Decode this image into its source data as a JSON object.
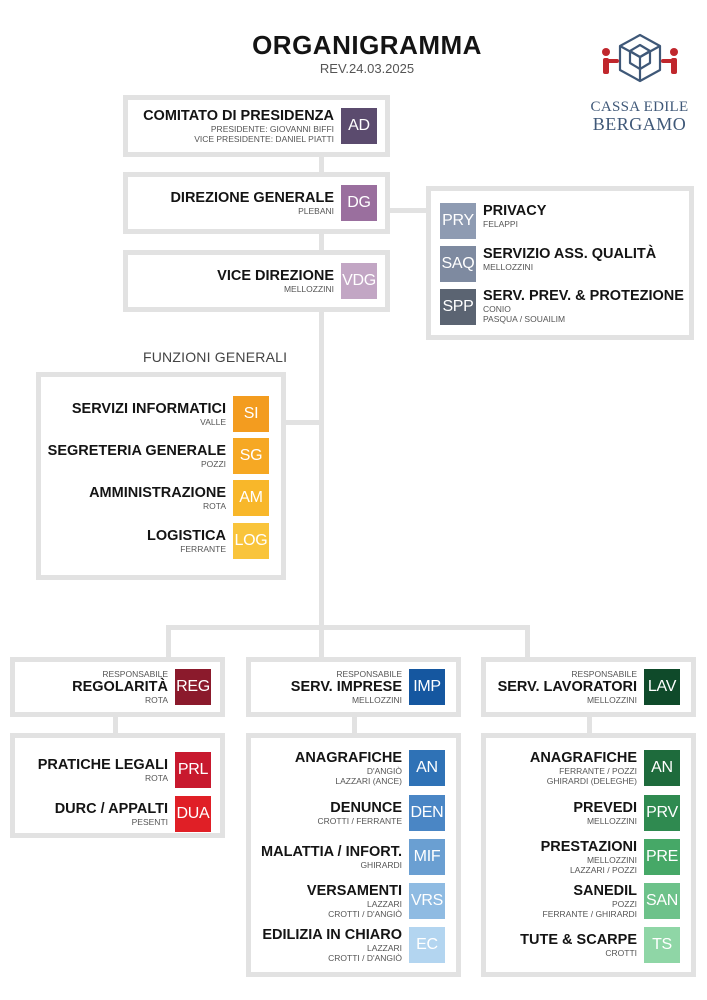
{
  "header": {
    "title": "ORGANIGRAMMA",
    "revision": "REV.24.03.2025"
  },
  "logo": {
    "line1": "CASSA EDILE",
    "line2": "BERGAMO",
    "icon": "cube-people-logo-icon",
    "color": "#3f5878",
    "accent": "#c0272d"
  },
  "top": [
    {
      "name": "COMITATO DI PRESIDENZA",
      "subs": [
        "PRESIDENTE: GIOVANNI BIFFI",
        "VICE PRESIDENTE: DANIEL PIATTI"
      ],
      "code": "AD",
      "color": "#5b4b6e"
    },
    {
      "name": "DIREZIONE GENERALE",
      "subs": [
        "PLEBANI"
      ],
      "code": "DG",
      "color": "#9a6f9e"
    },
    {
      "name": "VICE DIREZIONE",
      "subs": [
        "MELLOZZINI"
      ],
      "code": "VDG",
      "color": "#c2a6c4"
    }
  ],
  "staff": [
    {
      "name": "PRIVACY",
      "subs": [
        "FELAPPI"
      ],
      "code": "PRY",
      "color": "#8e9bb2"
    },
    {
      "name": "SERVIZIO ASS. QUALITÀ",
      "subs": [
        "MELLOZZINI"
      ],
      "code": "SAQ",
      "color": "#7e8aa0"
    },
    {
      "name": "SERV. PREV. & PROTEZIONE",
      "subs": [
        "CONIO",
        "PASQUA / SOUAILIM"
      ],
      "code": "SPP",
      "color": "#5b6472"
    }
  ],
  "funzioni": {
    "label": "FUNZIONI GENERALI",
    "items": [
      {
        "name": "SERVIZI INFORMATICI",
        "subs": [
          "VALLE"
        ],
        "code": "SI",
        "color": "#f39c1f"
      },
      {
        "name": "SEGRETERIA GENERALE",
        "subs": [
          "POZZI"
        ],
        "code": "SG",
        "color": "#f6a823"
      },
      {
        "name": "AMMINISTRAZIONE",
        "subs": [
          "ROTA"
        ],
        "code": "AM",
        "color": "#f8b72a"
      },
      {
        "name": "LOGISTICA",
        "subs": [
          "FERRANTE"
        ],
        "code": "LOG",
        "color": "#f9c43b"
      }
    ]
  },
  "areas": [
    {
      "pre": "RESPONSABILE",
      "name": "REGOLARITÀ",
      "subs": [
        "ROTA"
      ],
      "code": "REG",
      "color": "#8b1a2c",
      "items": [
        {
          "name": "PRATICHE LEGALI",
          "subs": [
            "ROTA"
          ],
          "code": "PRL",
          "color": "#c8192e"
        },
        {
          "name": "DURC / APPALTI",
          "subs": [
            "PESENTI"
          ],
          "code": "DUA",
          "color": "#e01f26"
        }
      ]
    },
    {
      "pre": "RESPONSABILE",
      "name": "SERV. IMPRESE",
      "subs": [
        "MELLOZZINI"
      ],
      "code": "IMP",
      "color": "#1557a0",
      "items": [
        {
          "name": "ANAGRAFICHE",
          "subs": [
            "D'ANGIÒ",
            "LAZZARI (ANCE)"
          ],
          "code": "AN",
          "color": "#2f72b6"
        },
        {
          "name": "DENUNCE",
          "subs": [
            "CROTTI / FERRANTE"
          ],
          "code": "DEN",
          "color": "#4a86c5"
        },
        {
          "name": "MALATTIA / INFORT.",
          "subs": [
            "GHIRARDI"
          ],
          "code": "MIF",
          "color": "#6a9fd2"
        },
        {
          "name": "VERSAMENTI",
          "subs": [
            "LAZZARI",
            "CROTTI / D'ANGIÒ"
          ],
          "code": "VRS",
          "color": "#8fbbe2"
        },
        {
          "name": "EDILIZIA IN CHIARO",
          "subs": [
            "LAZZARI",
            "CROTTI / D'ANGIÒ"
          ],
          "code": "EC",
          "color": "#b3d5f0"
        }
      ]
    },
    {
      "pre": "RESPONSABILE",
      "name": "SERV. LAVORATORI",
      "subs": [
        "MELLOZZINI"
      ],
      "code": "LAV",
      "color": "#0f4a2a",
      "items": [
        {
          "name": "ANAGRAFICHE",
          "subs": [
            "FERRANTE / POZZI",
            "GHIRARDI (DELEGHE)"
          ],
          "code": "AN",
          "color": "#1e6b3c"
        },
        {
          "name": "PREVEDI",
          "subs": [
            "MELLOZZINI"
          ],
          "code": "PRV",
          "color": "#2f8a50"
        },
        {
          "name": "PRESTAZIONI",
          "subs": [
            "MELLOZZINI",
            "LAZZARI / POZZI"
          ],
          "code": "PRE",
          "color": "#46a867"
        },
        {
          "name": "SANEDIL",
          "subs": [
            "POZZI",
            "FERRANTE / GHIRARDI"
          ],
          "code": "SAN",
          "color": "#6dc28a"
        },
        {
          "name": "TUTE & SCARPE",
          "subs": [
            "CROTTI"
          ],
          "code": "TS",
          "color": "#8fd6a6"
        }
      ]
    }
  ]
}
